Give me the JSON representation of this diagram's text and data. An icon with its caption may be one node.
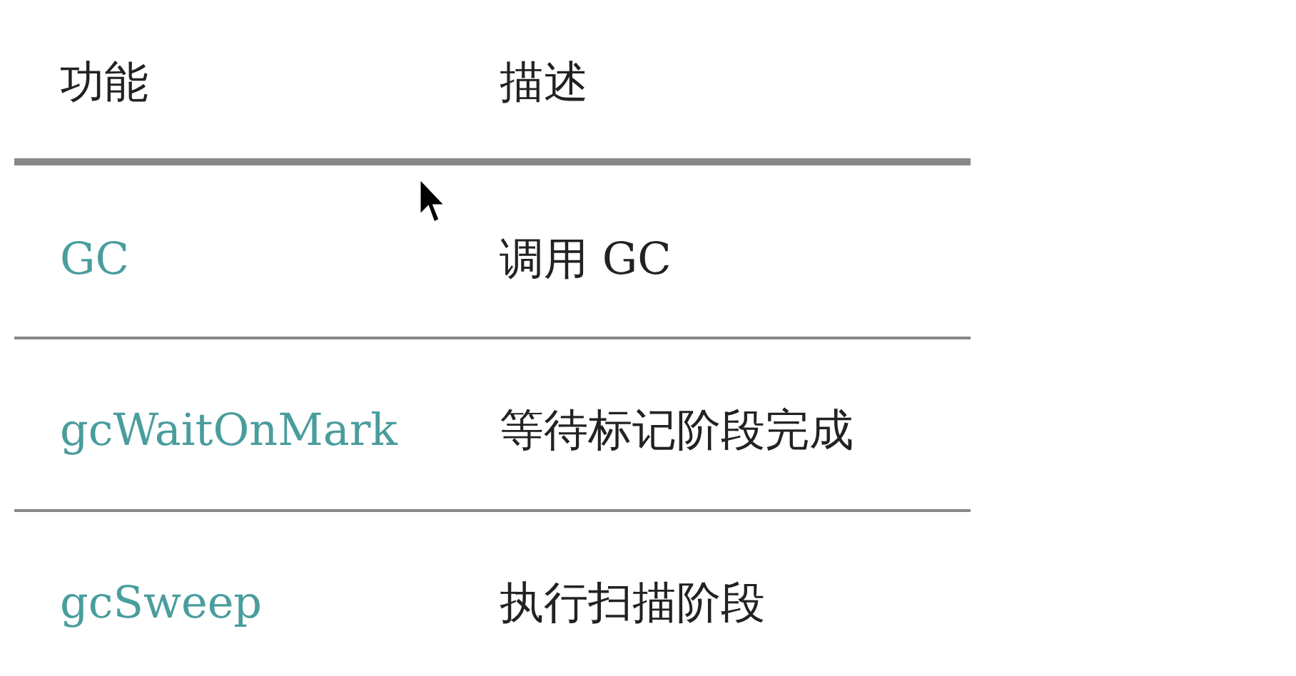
{
  "diagram": {
    "labels": [
      "功能",
      "描述",
      "GC",
      "调用 GC",
      "gcWaitOnMark",
      "等待标记阶段完成",
      "gcSweep",
      "执行扫描阶段"
    ]
  }
}
